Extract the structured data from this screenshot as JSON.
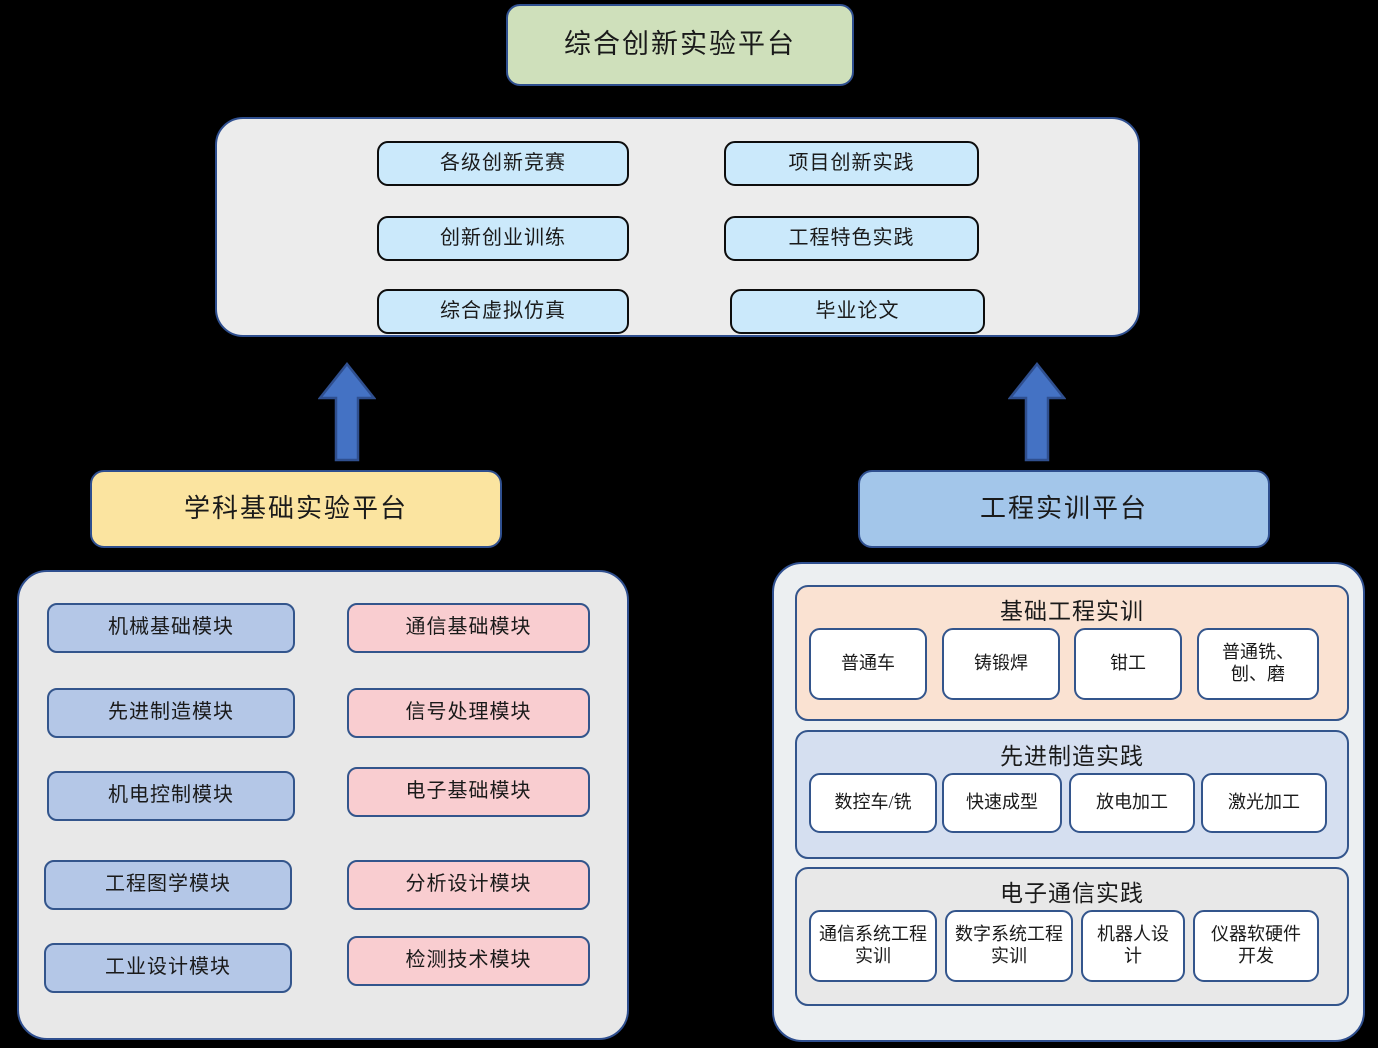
{
  "top_platform": {
    "label": "综合创新实验平台"
  },
  "innovation": {
    "items": [
      {
        "label": "各级创新竞赛"
      },
      {
        "label": "项目创新实践"
      },
      {
        "label": "创新创业训练"
      },
      {
        "label": "工程特色实践"
      },
      {
        "label": "综合虚拟仿真"
      },
      {
        "label": "毕业论文"
      }
    ]
  },
  "arrows": {
    "left": "up-arrow-icon",
    "right": "up-arrow-icon"
  },
  "discipline": {
    "title": "学科基础实验平台",
    "mechanical_modules": [
      {
        "label": "机械基础模块"
      },
      {
        "label": "先进制造模块"
      },
      {
        "label": "机电控制模块"
      },
      {
        "label": "工程图学模块"
      },
      {
        "label": "工业设计模块"
      }
    ],
    "electronic_modules": [
      {
        "label": "通信基础模块"
      },
      {
        "label": "信号处理模块"
      },
      {
        "label": "电子基础模块"
      },
      {
        "label": "分析设计模块"
      },
      {
        "label": "检测技术模块"
      }
    ]
  },
  "engineering": {
    "title": "工程实训平台",
    "groups": [
      {
        "title": "基础工程实训",
        "items": [
          {
            "label": "普通车"
          },
          {
            "label": "铸锻焊"
          },
          {
            "label": "钳工"
          },
          {
            "label": "普通铣、刨、磨"
          }
        ]
      },
      {
        "title": "先进制造实践",
        "items": [
          {
            "label": "数控车/铣"
          },
          {
            "label": "快速成型"
          },
          {
            "label": "放电加工"
          },
          {
            "label": "激光加工"
          }
        ]
      },
      {
        "title": "电子通信实践",
        "items": [
          {
            "label": "通信系统工程实训"
          },
          {
            "label": "数字系统工程实训"
          },
          {
            "label": "机器人设计"
          },
          {
            "label": "仪器软硬件开发"
          }
        ]
      }
    ]
  },
  "colors": {
    "background": "#000000",
    "top_platform_fill": "#cfe0bb",
    "discipline_fill": "#fbe4a0",
    "engineering_fill": "#a3c6ea",
    "container_fill": "#ececec",
    "innovation_item_fill": "#cbe9fb",
    "module_blue": "#b4c7e7",
    "module_pink": "#f9cdd0",
    "group_basic_fill": "#fae2d2",
    "group_advanced_fill": "#d5dff0",
    "group_elec_fill": "#e8e8e8",
    "border_blue": "#2f4f8f",
    "arrow_fill": "#4472c4"
  }
}
